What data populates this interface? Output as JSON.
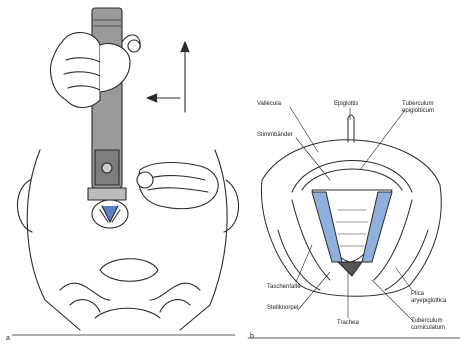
{
  "panels": {
    "a": {
      "letter": "a"
    },
    "b": {
      "letter": "b",
      "labels": {
        "vallecula": "Vallecula",
        "epiglottis": "Epiglottis",
        "tuberculum_epiglotticum": "Tuberculum epiglotticum",
        "stimmbander": "Stimmbänder",
        "taschenfalte": "Taschenfalte",
        "stellknorpel": "Stellknorpel",
        "trachea": "Trachea",
        "plica_aryepiglottica": "Plica aryepiglottica",
        "tuberculum_corniculatum": "Tuberculum corniculatum"
      }
    }
  },
  "colors": {
    "line": "#2a2a2a",
    "vocal_cord_fill": "#8fb0dd",
    "scope_fill": "#9a9a9a",
    "dark_fill": "#555555"
  }
}
